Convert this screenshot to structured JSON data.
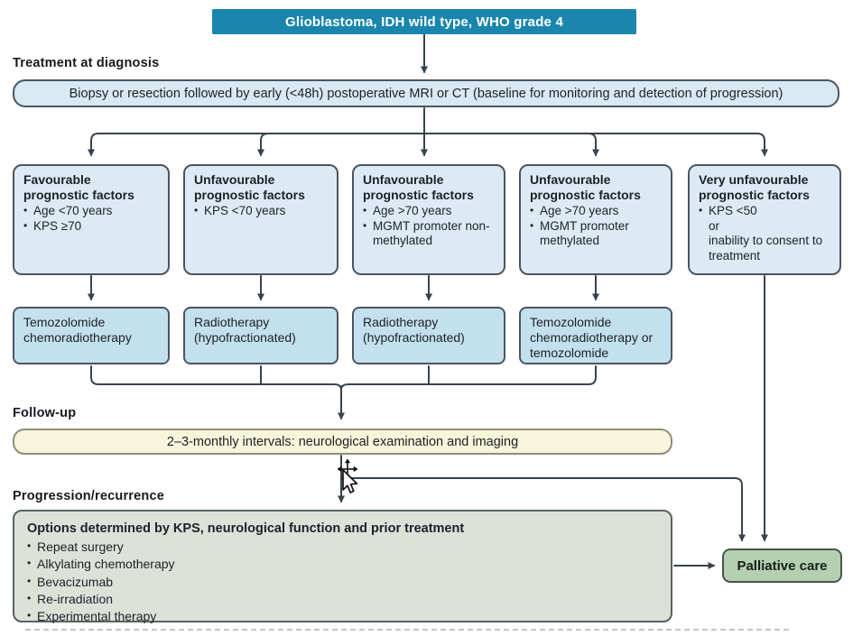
{
  "banner": {
    "title": "Glioblastoma, IDH wild type, WHO grade 4"
  },
  "labels": {
    "treatment_at_diagnosis": "Treatment at diagnosis",
    "follow_up": "Follow-up",
    "progression": "Progression/recurrence"
  },
  "biopsy": {
    "text": "Biopsy or resection followed by early (<48h) postoperative MRI or CT (baseline for monitoring and detection of progression)"
  },
  "prognostic_boxes": [
    {
      "title": "Favourable prognostic factors",
      "bullets": [
        "Age <70 years",
        "KPS ≥70"
      ]
    },
    {
      "title": "Unfavourable prognostic factors",
      "bullets": [
        "KPS <70 years"
      ]
    },
    {
      "title": "Unfavourable prognostic factors",
      "bullets": [
        "Age >70 years",
        "MGMT promoter non-methylated"
      ]
    },
    {
      "title": "Unfavourable prognostic factors",
      "bullets": [
        "Age >70 years",
        "MGMT promoter methylated"
      ]
    },
    {
      "title": "Very unfavourable prognostic factors",
      "bullets": [
        "KPS <50"
      ],
      "extra_lines": [
        "or",
        "inability to consent to treatment"
      ]
    }
  ],
  "treatment_boxes": [
    {
      "text": "Temozolomide chemoradiotherapy"
    },
    {
      "text": "Radiotherapy (hypofractionated)"
    },
    {
      "text": "Radiotherapy (hypofractionated)"
    },
    {
      "text": "Temozolomide chemoradiotherapy or temozolomide"
    }
  ],
  "follow_up_box": {
    "text": "2–3-monthly intervals: neurological examination and imaging"
  },
  "options_box": {
    "title": "Options determined by KPS, neurological function and prior treatment",
    "bullets": [
      "Repeat surgery",
      "Alkylating chemotherapy",
      "Bevacizumab",
      "Re-irradiation",
      "Experimental therapy"
    ]
  },
  "palliative_box": {
    "text": "Palliative care"
  },
  "icons": {
    "cursor": "move-pointer-cursor"
  },
  "colors": {
    "banner_bg": "#1a86ad",
    "banner_text": "#ffffff",
    "box_blue_light": "#dcebf3",
    "box_blue": "#c3e0ee",
    "box_cream": "#f7f5da",
    "box_gray_green": "#dce2d8",
    "box_green": "#b5cfb1",
    "arrow": "#39434d"
  }
}
